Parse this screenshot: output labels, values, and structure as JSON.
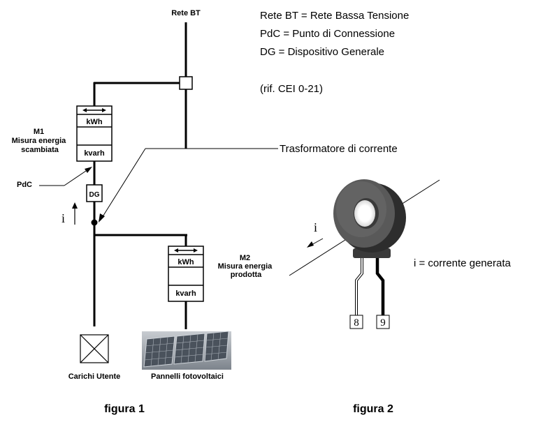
{
  "figure1": {
    "grid_label": "Rete BT",
    "meter1": {
      "arrow": "⟷",
      "kwh": "kWh",
      "kvarh": "kvarh"
    },
    "m1_label": [
      "M1",
      "Misura energia",
      "scambiata"
    ],
    "pdc_label": "PdC",
    "dg_label": "DG",
    "current_label": "i",
    "meter2": {
      "arrow": "⟷",
      "kwh": "kWh",
      "kvarh": "kvarh"
    },
    "m2_label": [
      "M2",
      "Misura energia",
      "prodotta"
    ],
    "loads_label": "Carichi Utente",
    "panels_label": "Pannelli fotovoltaici",
    "caption": "figura 1"
  },
  "legend": [
    "Rete BT = Rete Bassa Tensione",
    "PdC = Punto di Connessione",
    "DG = Dispositivo Generale",
    "(rif. CEI 0-21)"
  ],
  "figure2": {
    "ct_label": "Trasformatore di corrente",
    "current_label": "i",
    "current_note": "i = corrente generata",
    "terminal_a": "8",
    "terminal_b": "9",
    "caption": "figura 2"
  },
  "colors": {
    "ct_body": "#505050",
    "ct_shadow": "#2d2d2d",
    "panel": "#8d96a0"
  }
}
